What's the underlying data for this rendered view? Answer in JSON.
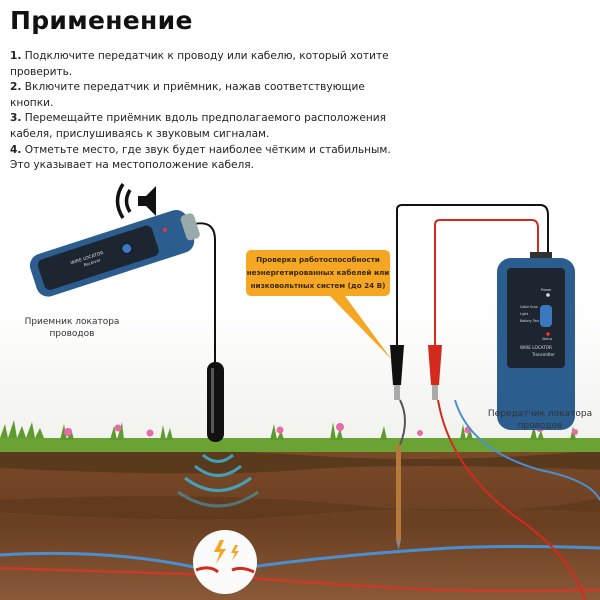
{
  "title": "Применение",
  "steps": [
    {
      "num": "1.",
      "text": "Подключите передатчик к проводу или кабелю, который хотите проверить."
    },
    {
      "num": "2.",
      "text": "Включите передатчик и приёмник, нажав соответствующие кнопки."
    },
    {
      "num": "3.",
      "text": "Перемещайте приёмник вдоль предполагаемого расположения кабеля, прислушиваясь к звуковым сигналам."
    },
    {
      "num": "4.",
      "text": "Отметьте место, где звук будет наиболее чётким и стабильным. Это указывает на местоположение кабеля."
    }
  ],
  "callout": "Проверка работоспособности неэнергетированных кабелей или низковольтных систем (до 24 В)",
  "receiver": {
    "caption": "Приемник локатора проводов",
    "brand": "WIRE LOCATOR",
    "model": "Receiver"
  },
  "transmitter": {
    "caption": "Передатчик локатора проводов",
    "brand": "WIRE LOCATOR",
    "model": "Transmitter",
    "labels": [
      "Power",
      "Cable Scan",
      "Light",
      "Battery Test",
      "Status"
    ]
  },
  "colors": {
    "accent": "#f5a623",
    "device": "#2c5d8f",
    "soil": "#6b4226",
    "grass": "#5e9a2e",
    "wire_red": "#d42a1e",
    "wire_blue": "#4a8fd0"
  }
}
